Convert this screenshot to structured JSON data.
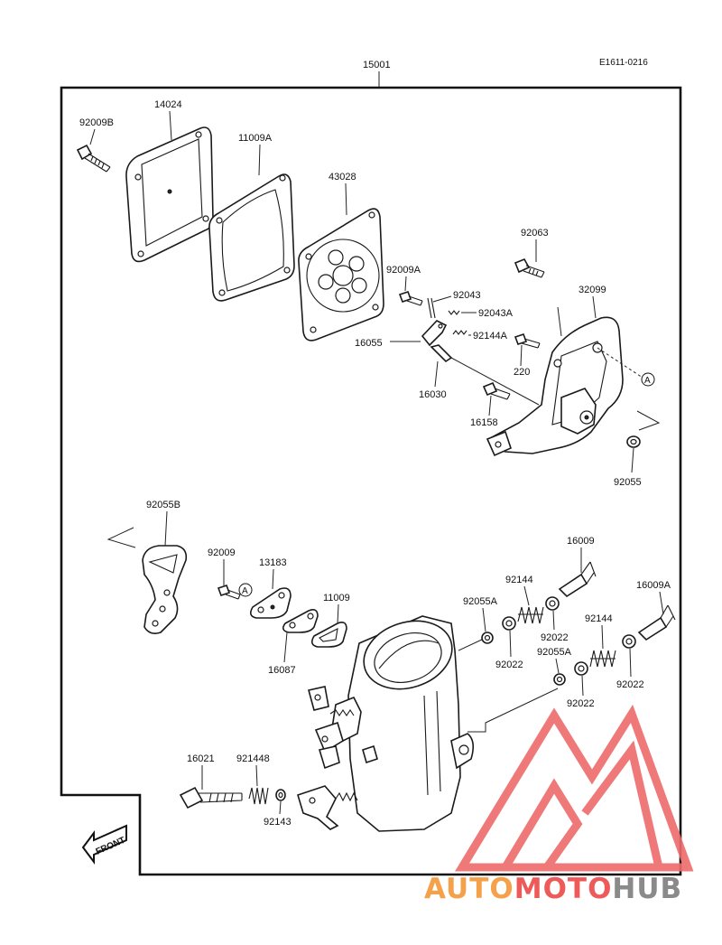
{
  "diagram": {
    "doc_code": "E1611-0216",
    "assembly_number": "15001",
    "front_label": "FRONT",
    "callouts": {
      "p14024": "14024",
      "p92009B": "92009B",
      "p11009A": "11009A",
      "p43028": "43028",
      "p92063": "92063",
      "p92009A": "92009A",
      "p92043": "92043",
      "p92043A": "92043A",
      "p32099": "32099",
      "p16055": "16055",
      "p92144A": "92144A",
      "p220": "220",
      "p16030": "16030",
      "p16158": "16158",
      "p92055": "92055",
      "p92055B": "92055B",
      "p92009": "92009",
      "p13183": "13183",
      "p11009": "11009",
      "p16009": "16009",
      "p16009A": "16009A",
      "p92144_1": "92144",
      "p92144_2": "92144",
      "p92055A_1": "92055A",
      "p92055A_2": "92055A",
      "p92022_1": "92022",
      "p92022_2": "92022",
      "p92022_3": "92022",
      "p16087": "16087",
      "p16021": "16021",
      "p92144B": "921448",
      "p92143": "92143"
    },
    "ref_marks": {
      "a1": "A",
      "a2": "A"
    }
  },
  "watermark": {
    "word_part1": "AUTO",
    "word_part2": "MOTO",
    "word_part3": "HUB",
    "color_orange": "#f5a04a",
    "color_red": "#ee5a5a",
    "color_gray": "#8a8a8a"
  }
}
